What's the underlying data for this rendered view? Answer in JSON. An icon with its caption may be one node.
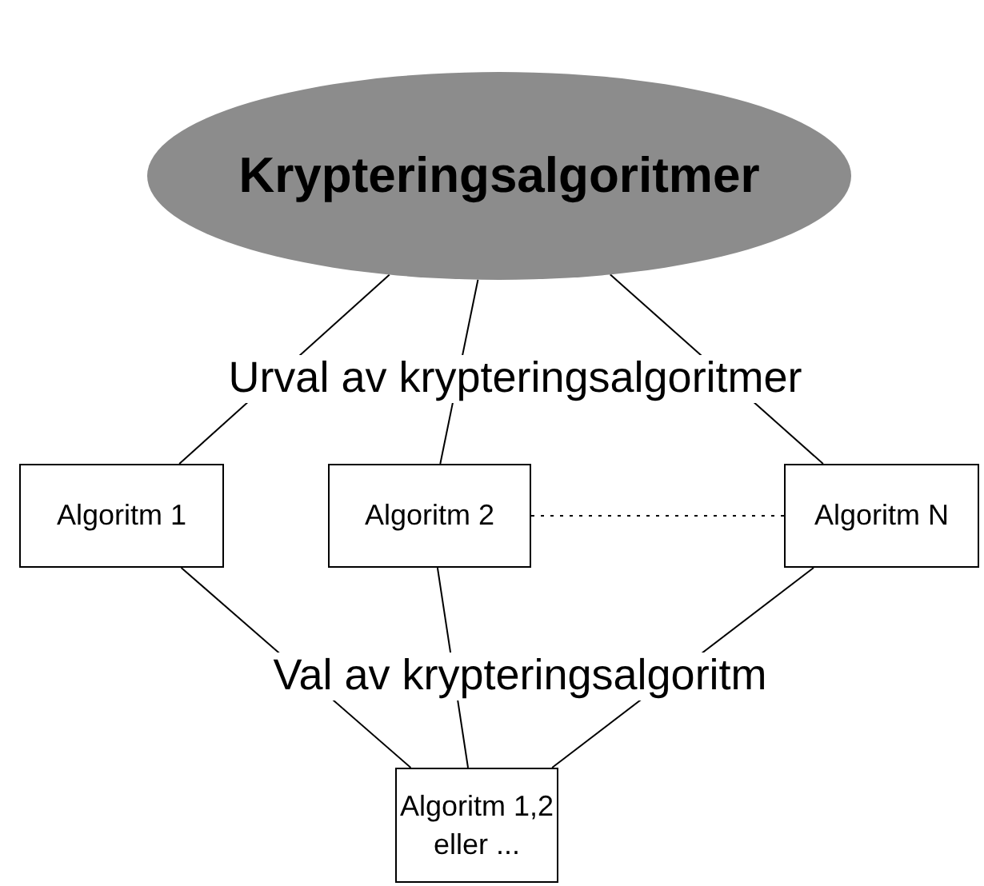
{
  "diagram": {
    "nodes": [
      {
        "text": [
          "Krypteringsalgoritmer"
        ]
      },
      {
        "text": [
          "Algoritm 1"
        ]
      },
      {
        "text": [
          "Algoritm 2"
        ]
      },
      {
        "text": [
          "Algoritm N"
        ]
      },
      {
        "text": [
          "Algoritm 1,2 eller ..."
        ]
      }
    ],
    "edges": [
      {
        "from": 0,
        "to": 1,
        "arrow": "none"
      },
      {
        "from": 0,
        "to": 2,
        "arrow": "none"
      },
      {
        "from": 0,
        "to": 3,
        "arrow": "none"
      },
      {
        "from": 2,
        "to": 3,
        "arrow": "none",
        "style": "dashed"
      },
      {
        "from": 1,
        "to": 4,
        "arrow": "none"
      },
      {
        "from": 2,
        "to": 4,
        "arrow": "none"
      },
      {
        "from": 3,
        "to": 4,
        "arrow": "none"
      }
    ],
    "labels": [
      "Urval av krypteringsalgoritmer",
      "Val av krypteringsalgoritm"
    ]
  }
}
